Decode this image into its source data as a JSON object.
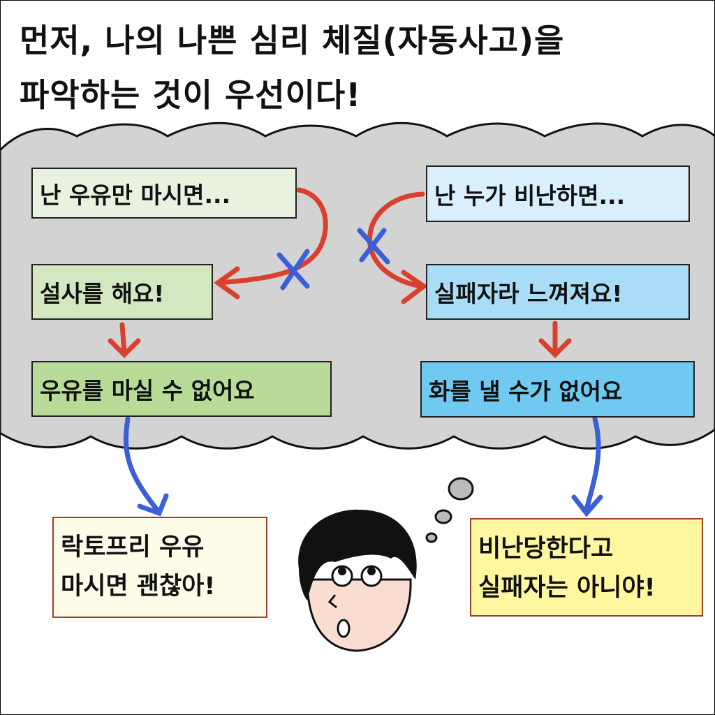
{
  "title": {
    "line1": "먼저, 나의 나쁜 심리 체질(자동사고)을",
    "line2": "파악하는 것이 우선이다!"
  },
  "left_flow": {
    "trigger": "난 우유만 마시면...",
    "reaction": "설사를 해요!",
    "result": "우유를 마실 수 없어요",
    "solution": [
      "락토프리 우유",
      "마시면 괜찮아!"
    ]
  },
  "right_flow": {
    "trigger": "난 누가 비난하면...",
    "reaction": "실패자라 느껴져요!",
    "result": "화를 낼 수가 없어요",
    "solution": [
      "비난당한다고",
      "실패자는 아니야!"
    ]
  },
  "colors": {
    "cloud": "#d3d3d3",
    "green_light": "#e9f2df",
    "green_mid": "#d3e8c0",
    "green_dark": "#b8dc98",
    "blue_light": "#d9effc",
    "blue_mid": "#a9dcf6",
    "blue_dark": "#70c9f1",
    "note_left": "#fefce9",
    "note_right": "#fff6a0",
    "arrow_red": "#d9402e",
    "arrow_blue": "#3a5fd8"
  }
}
